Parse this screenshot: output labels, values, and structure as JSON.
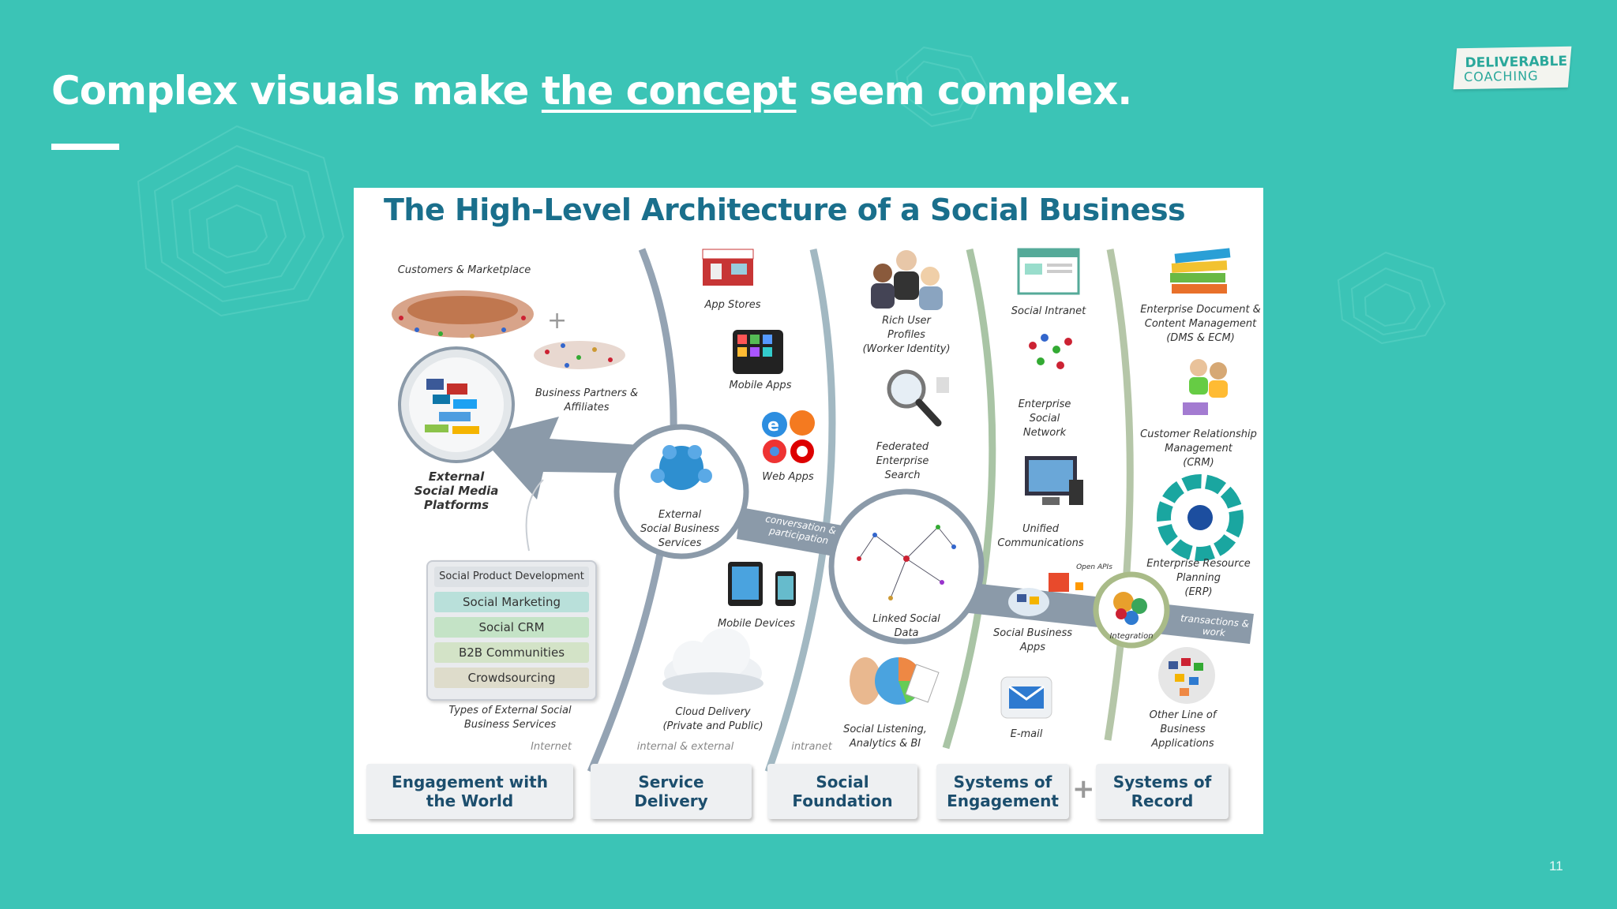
{
  "slide": {
    "title_before": "Complex visuals make ",
    "title_underlined": "the concept",
    "title_after": " seem complex.",
    "page_number": "11"
  },
  "logo": {
    "line1": "DELIVERABLE",
    "line2": "COACHING"
  },
  "diagram": {
    "title": "The High-Level Architecture of a Social Business",
    "labels": {
      "customers": "Customers & Marketplace",
      "partners": "Business Partners &\nAffiliates",
      "external_social": "External\nSocial Media\nPlatforms",
      "app_stores": "App Stores",
      "mobile_apps": "Mobile Apps",
      "web_apps": "Web Apps",
      "ext_services": "External\nSocial Business\nServices",
      "mobile_devices": "Mobile Devices",
      "cloud": "Cloud Delivery\n(Private and Public)",
      "types": "Types of External Social\nBusiness Services",
      "rich_user": "Rich User\nProfiles\n(Worker Identity)",
      "federated": "Federated\nEnterprise\nSearch",
      "linked": "Linked Social\nData",
      "listening": "Social Listening,\nAnalytics & BI",
      "social_intranet": "Social Intranet",
      "ent_social": "Enterprise\nSocial\nNetwork",
      "unified": "Unified\nCommunications",
      "open_apis": "Open APIs",
      "social_apps": "Social Business\nApps",
      "email": "E-mail",
      "integration": "Integration",
      "ent_doc": "Enterprise Document &\nContent Management\n(DMS & ECM)",
      "crm": "Customer Relationship\nManagement\n(CRM)",
      "erp": "Enterprise Resource\nPlanning\n(ERP)",
      "other_lob": "Other Line of\nBusiness\nApplications",
      "conversation": "conversation &\nparticipation",
      "transactions": "transactions &\nwork",
      "internet": "Internet",
      "internal_external": "internal & external",
      "intranet": "intranet"
    },
    "services": [
      "Social Product Development",
      "Social Marketing",
      "Social CRM",
      "B2B Communities",
      "Crowdsourcing"
    ],
    "columns": [
      "Engagement with\nthe World",
      "Service\nDelivery",
      "Social\nFoundation",
      "Systems of\nEngagement",
      "Systems of\nRecord"
    ],
    "colors": {
      "background": "#3bc4b6",
      "title_blue": "#1a6f8c",
      "arc_grey": "#94a3b3",
      "arc_green": "#a9c4a5"
    }
  }
}
